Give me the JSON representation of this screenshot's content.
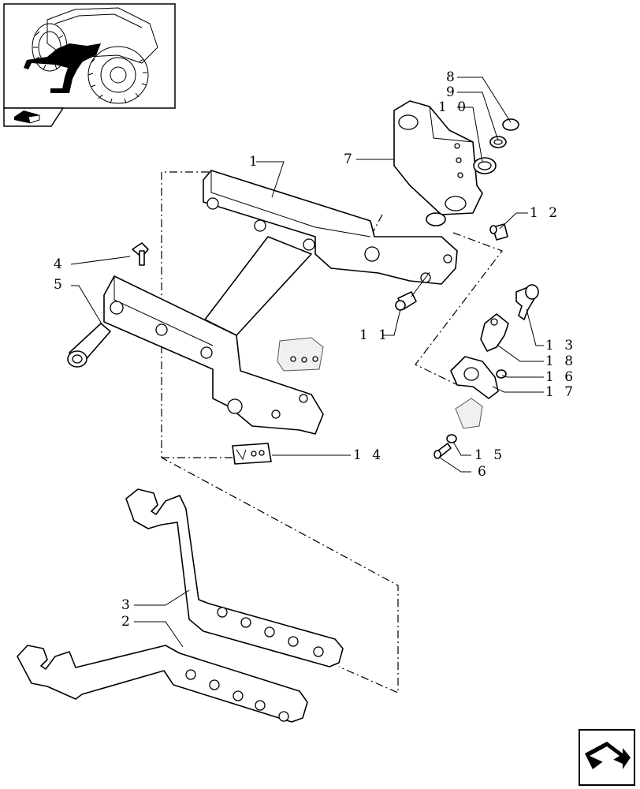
{
  "callouts": {
    "c1": "1",
    "c2": "2",
    "c3": "3",
    "c4": "4",
    "c5": "5",
    "c6": "6",
    "c7": "7",
    "c8": "8",
    "c9": "9",
    "c10": "1 0",
    "c11": "1 1",
    "c12": "1 2",
    "c13": "1 3",
    "c14": "1 4",
    "c15": "1 5",
    "c16": "1 6",
    "c17": "1 7",
    "c18": "1 8"
  },
  "icons": {
    "thumbnail": "tractor-thumbnail-icon",
    "book": "book-icon",
    "next_page": "next-page-arrow-icon"
  }
}
